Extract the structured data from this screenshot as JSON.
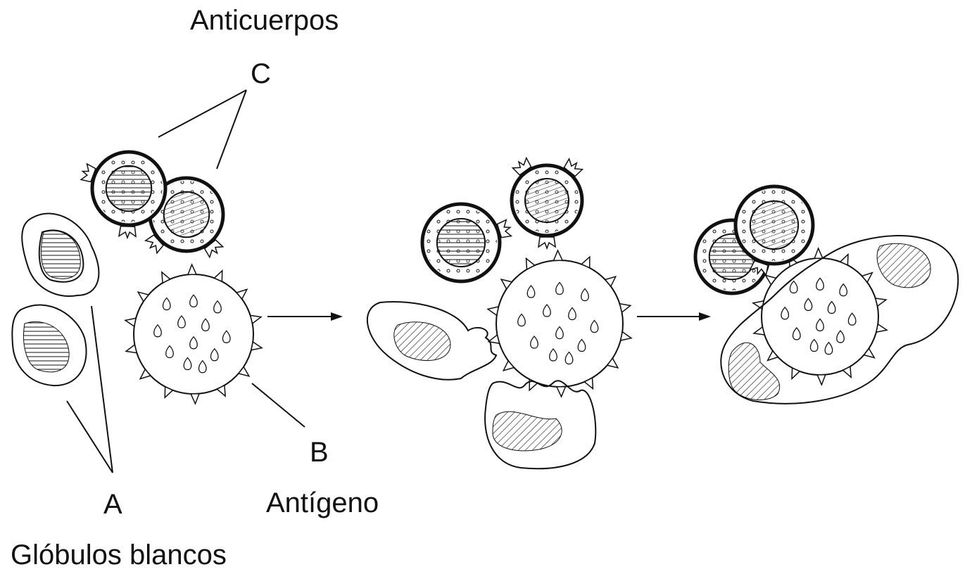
{
  "labels": {
    "antibodies": "Anticuerpos",
    "antibodies_letter": "C",
    "antigen_letter": "B",
    "antigen": "Antígeno",
    "white_cells_letter": "A",
    "white_cells": "Glóbulos blancos"
  },
  "colors": {
    "ink": "#111111",
    "background": "#ffffff"
  }
}
